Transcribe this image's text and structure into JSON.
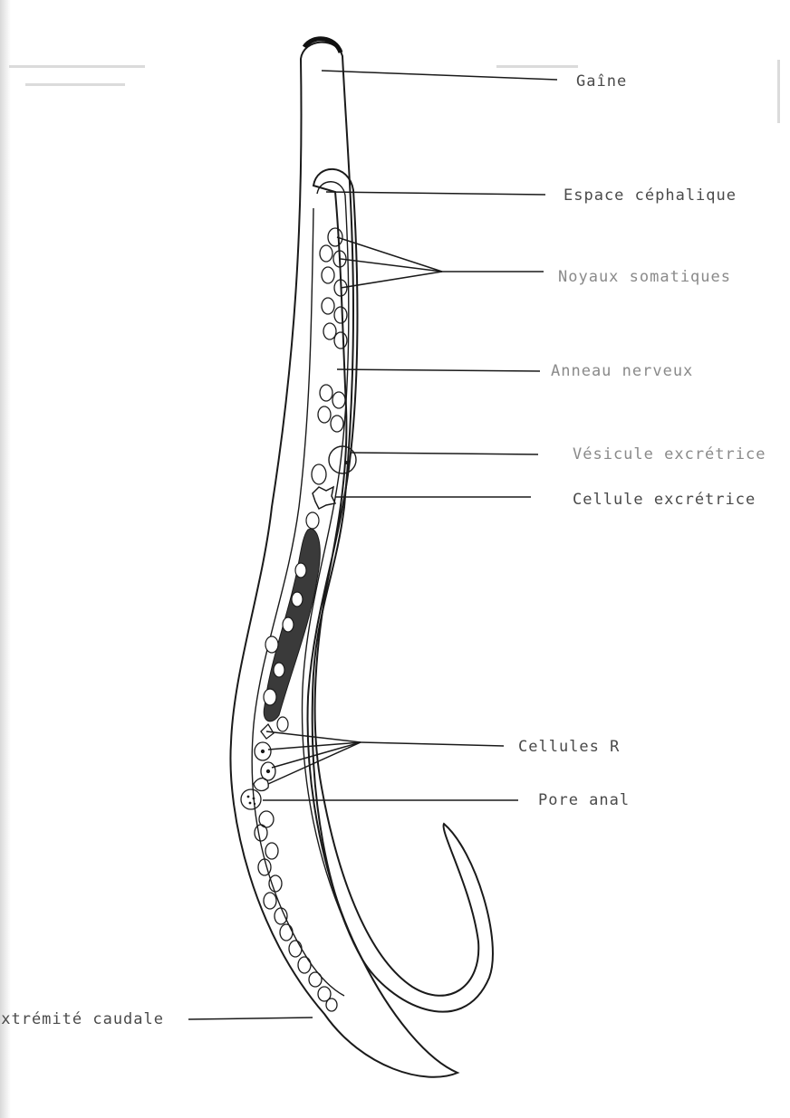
{
  "labels": {
    "gaine": "Gaîne",
    "espace_cephalique": "Espace céphalique",
    "noyaux_somatiques": "Noyaux somatiques",
    "anneau_nerveux": "Anneau nerveux",
    "vesicule_excretrice": "Vésicule excrétrice",
    "cellule_excretrice": "Cellule excrétrice",
    "cellules_r": "Cellules R",
    "pore_anal": "Pore anal",
    "extremite_caudale": "Extrémité caudale"
  },
  "colors": {
    "ink": "#1a1a1a",
    "label_ink": "#4a4a4a",
    "paper": "#ffffff"
  }
}
